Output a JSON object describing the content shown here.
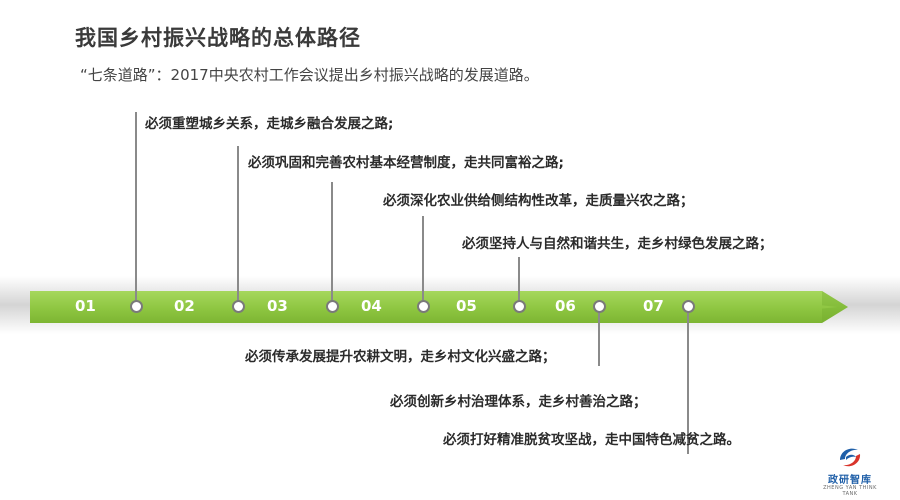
{
  "header": {
    "title": "我国乡村振兴战略的总体路径",
    "subtitle": "“七条道路”：2017中央农村工作会议提出乡村振兴战略的发展道路。"
  },
  "timeline": {
    "numbers": [
      "01",
      "02",
      "03",
      "04",
      "05",
      "06",
      "07"
    ],
    "roads": [
      "必须重塑城乡关系，走城乡融合发展之路;",
      "必须巩固和完善农村基本经营制度，走共同富裕之路;",
      "必须深化农业供给侧结构性改革，走质量兴农之路；",
      "必须坚持人与自然和谐共生，走乡村绿色发展之路；",
      "必须传承发展提升农耕文明，走乡村文化兴盛之路；",
      "必须创新乡村治理体系，走乡村善治之路；",
      "必须打好精准脱贫攻坚战，走中国特色减贫之路。"
    ]
  },
  "logo": {
    "name": "政研智库",
    "sub": "ZHENG YAN THINK TANK"
  },
  "colors": {
    "arrow_green": "#8cc43f",
    "logo_blue": "#1f5fa8",
    "logo_red": "#d9342b"
  }
}
